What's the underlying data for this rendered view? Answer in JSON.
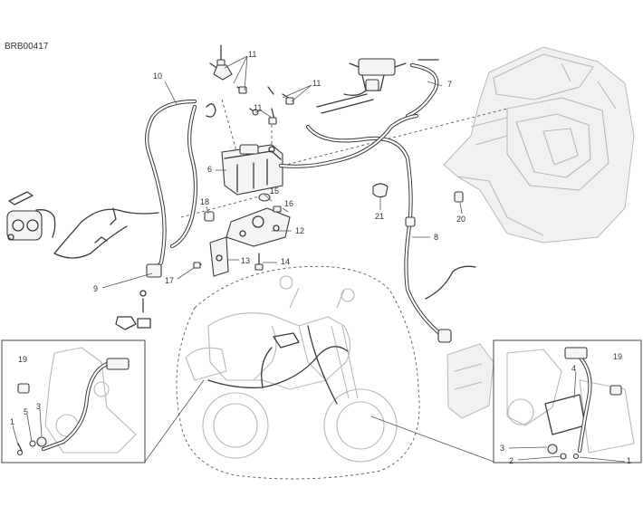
{
  "diagram": {
    "code": "BRB00417",
    "colors": {
      "ink": "#3a3a3a",
      "ghost": "#b8b8b8",
      "callout": "#555555"
    },
    "callouts": [
      "1",
      "2",
      "3",
      "4",
      "5",
      "6",
      "7",
      "8",
      "9",
      "10",
      "11",
      "12",
      "13",
      "14",
      "15",
      "16",
      "17",
      "18",
      "19",
      "20",
      "21"
    ],
    "parts": [
      {
        "number": "1"
      },
      {
        "number": "2"
      },
      {
        "number": "3"
      },
      {
        "number": "4"
      },
      {
        "number": "5"
      },
      {
        "number": "6"
      },
      {
        "number": "7"
      },
      {
        "number": "8"
      },
      {
        "number": "9"
      },
      {
        "number": "10"
      },
      {
        "number": "11"
      },
      {
        "number": "12"
      },
      {
        "number": "13"
      },
      {
        "number": "14"
      },
      {
        "number": "15"
      },
      {
        "number": "16"
      },
      {
        "number": "17"
      },
      {
        "number": "18"
      },
      {
        "number": "19"
      },
      {
        "number": "20"
      },
      {
        "number": "21"
      }
    ]
  }
}
